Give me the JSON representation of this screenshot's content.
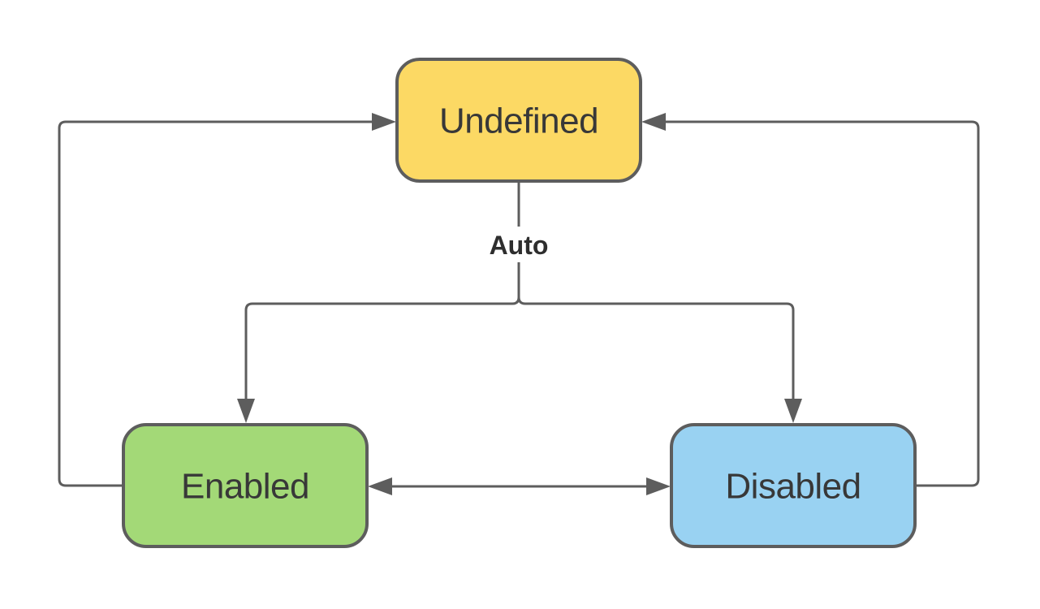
{
  "diagram": {
    "type": "state-machine",
    "background": "#ffffff",
    "line_color": "#5d5d5d",
    "text_color": "#383838",
    "nodes": [
      {
        "id": "undefined",
        "label": "Undefined",
        "fill": "#fcd964",
        "stroke": "#5d5d5d"
      },
      {
        "id": "enabled",
        "label": "Enabled",
        "fill": "#a3d977",
        "stroke": "#5d5d5d"
      },
      {
        "id": "disabled",
        "label": "Disabled",
        "fill": "#99d2f2",
        "stroke": "#5d5d5d"
      }
    ],
    "edges": [
      {
        "from": "Enabled",
        "to": "Undefined",
        "label": ""
      },
      {
        "from": "Disabled",
        "to": "Undefined",
        "label": ""
      },
      {
        "from": "Undefined",
        "to": "Enabled",
        "label": "Auto"
      },
      {
        "from": "Undefined",
        "to": "Disabled",
        "label": "Auto"
      },
      {
        "from": "Enabled",
        "to": "Disabled",
        "label": "",
        "bidirectional": true
      }
    ]
  }
}
